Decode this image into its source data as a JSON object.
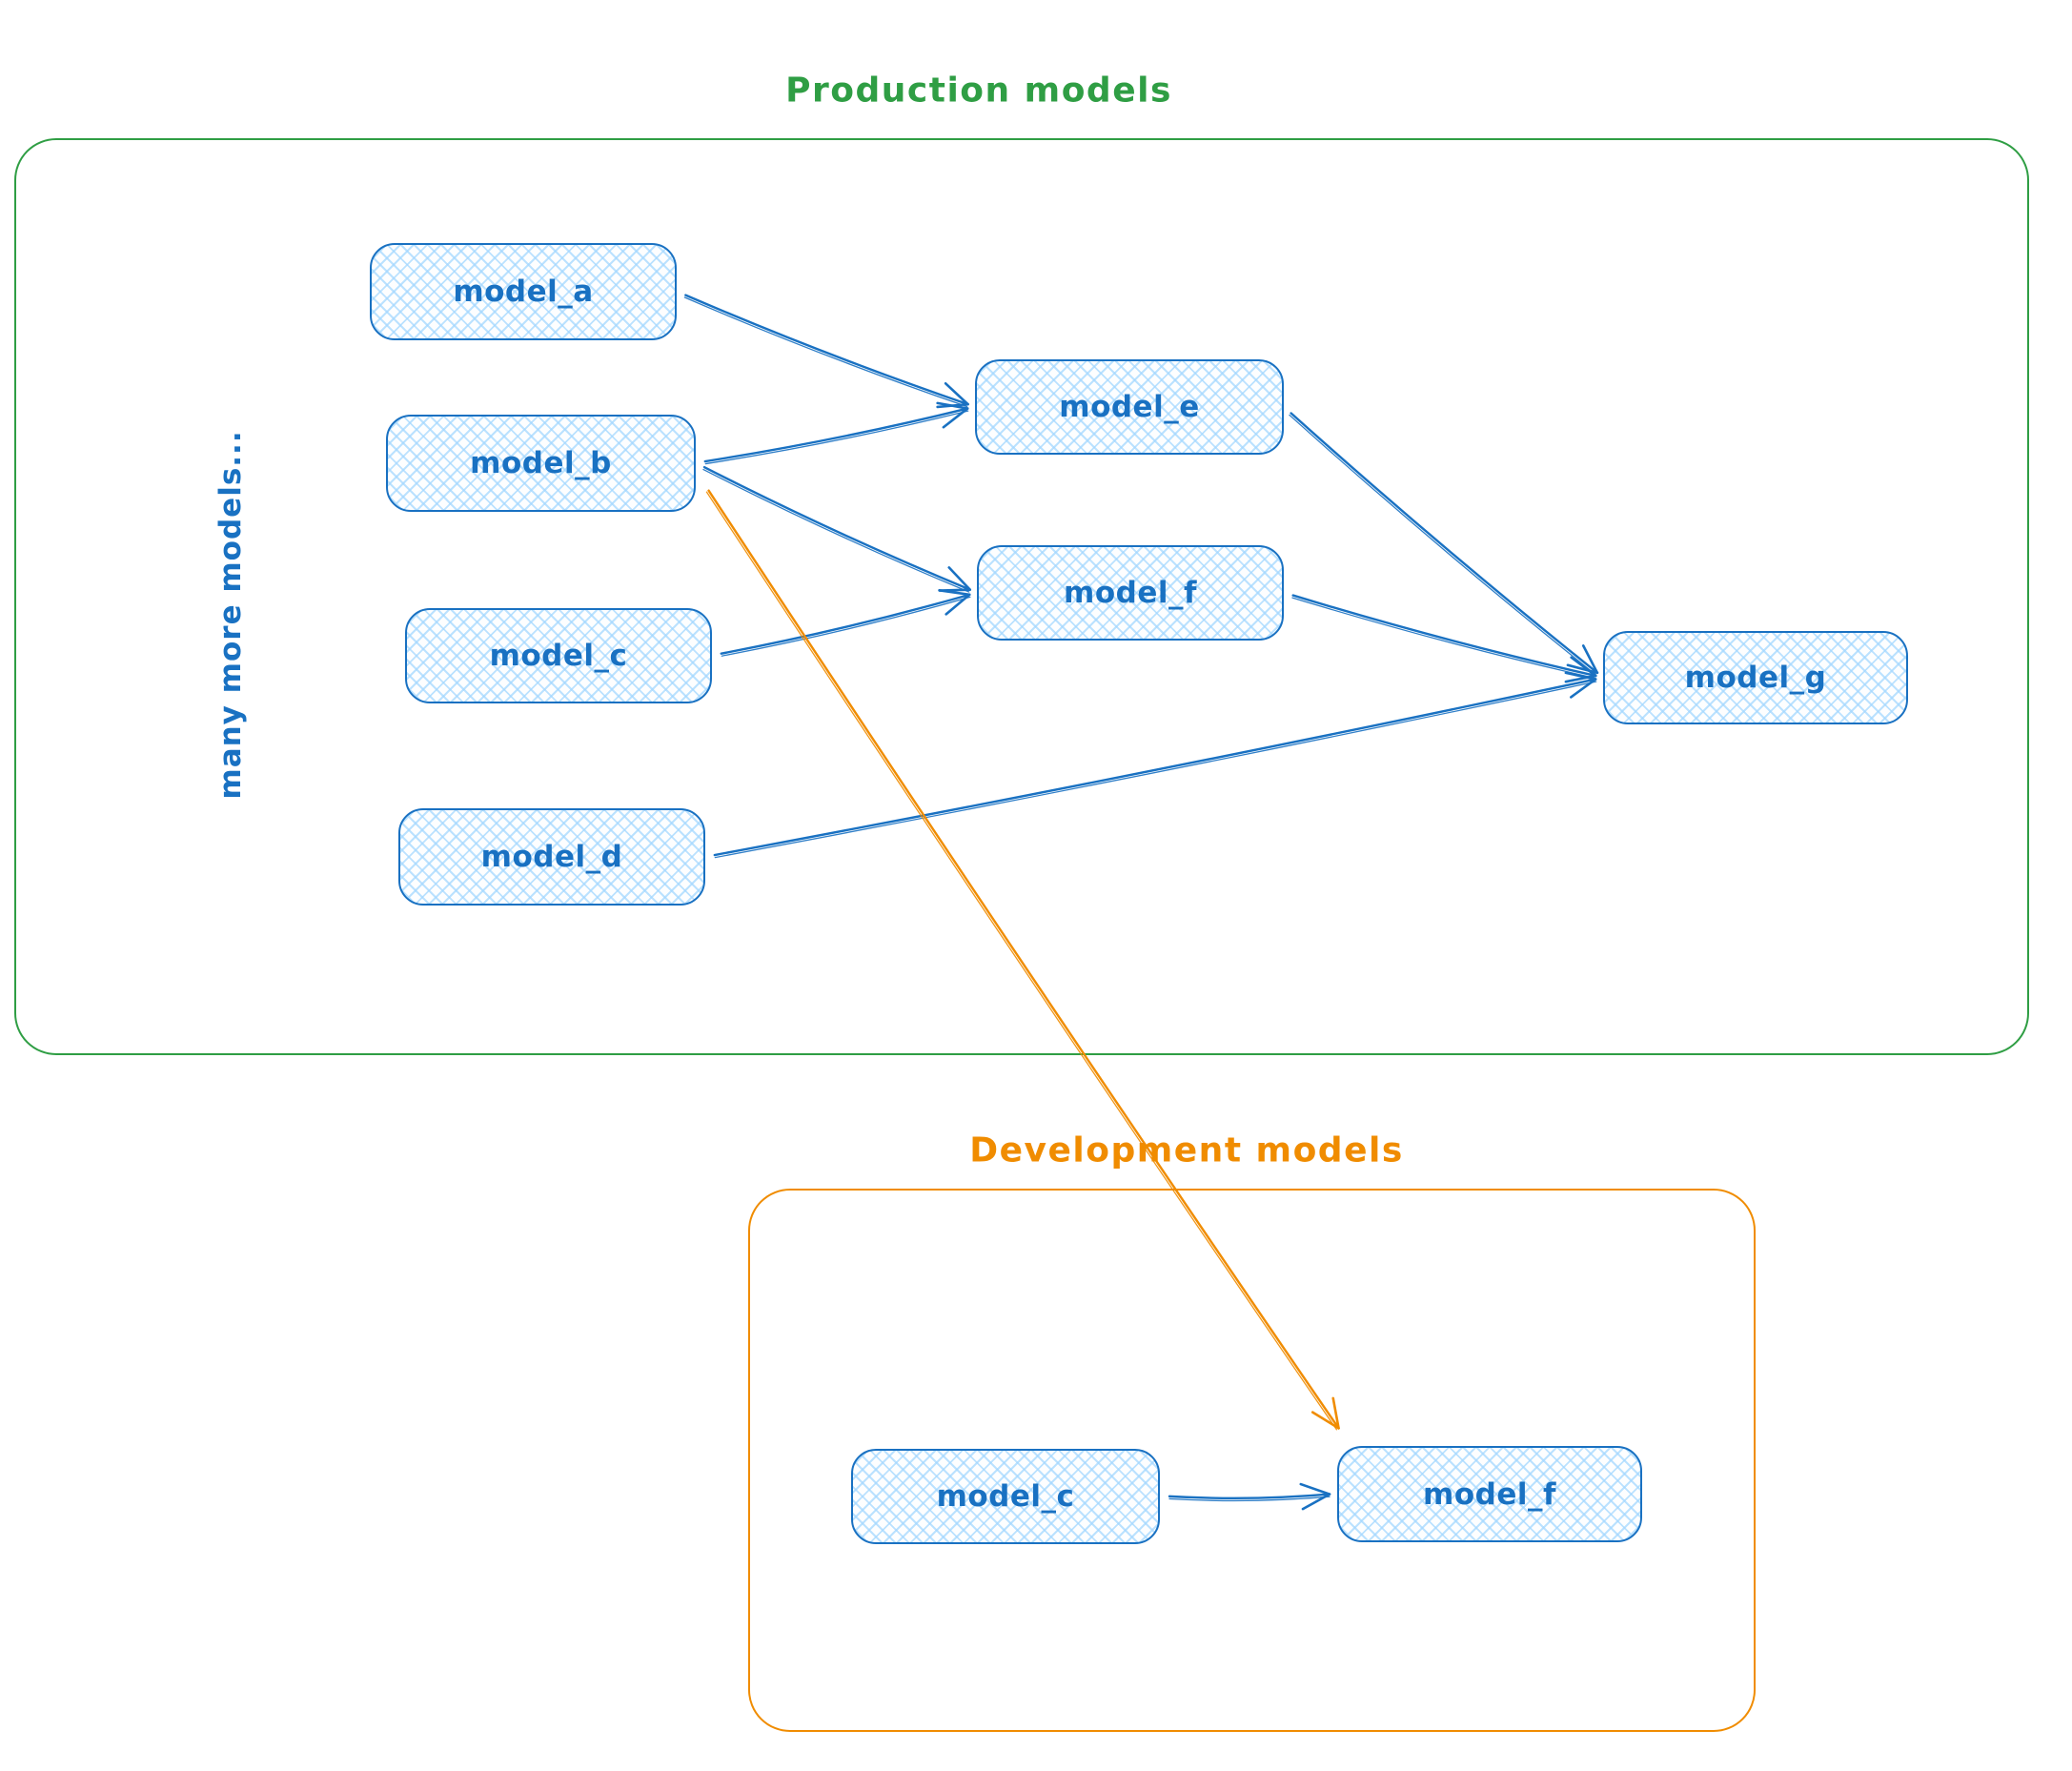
{
  "colors": {
    "blue": "#1971c2",
    "blue_fill": "#a5d8ff",
    "green": "#2f9e44",
    "orange": "#f08c00"
  },
  "containers": [
    {
      "id": "production",
      "title": "Production models",
      "color": "green"
    },
    {
      "id": "development",
      "title": "Development models",
      "color": "orange"
    }
  ],
  "side_note": "many more models...",
  "nodes": [
    {
      "id": "model_a",
      "label": "model_a",
      "container": "production"
    },
    {
      "id": "model_b",
      "label": "model_b",
      "container": "production"
    },
    {
      "id": "model_c",
      "label": "model_c",
      "container": "production"
    },
    {
      "id": "model_d",
      "label": "model_d",
      "container": "production"
    },
    {
      "id": "model_e",
      "label": "model_e",
      "container": "production"
    },
    {
      "id": "model_f",
      "label": "model_f",
      "container": "production"
    },
    {
      "id": "model_g",
      "label": "model_g",
      "container": "production"
    },
    {
      "id": "dev_model_c",
      "label": "model_c",
      "container": "development"
    },
    {
      "id": "dev_model_f",
      "label": "model_f",
      "container": "development"
    }
  ],
  "edges": [
    {
      "from": "model_a",
      "to": "model_e",
      "color": "blue"
    },
    {
      "from": "model_b",
      "to": "model_e",
      "color": "blue"
    },
    {
      "from": "model_b",
      "to": "model_f",
      "color": "blue"
    },
    {
      "from": "model_c",
      "to": "model_f",
      "color": "blue"
    },
    {
      "from": "model_e",
      "to": "model_g",
      "color": "blue"
    },
    {
      "from": "model_f",
      "to": "model_g",
      "color": "blue"
    },
    {
      "from": "model_d",
      "to": "model_g",
      "color": "blue"
    },
    {
      "from": "dev_model_c",
      "to": "dev_model_f",
      "color": "blue"
    },
    {
      "from": "model_b",
      "to": "dev_model_f",
      "color": "orange",
      "from_anchor": "bottom-right",
      "to_anchor": "top-left"
    }
  ]
}
